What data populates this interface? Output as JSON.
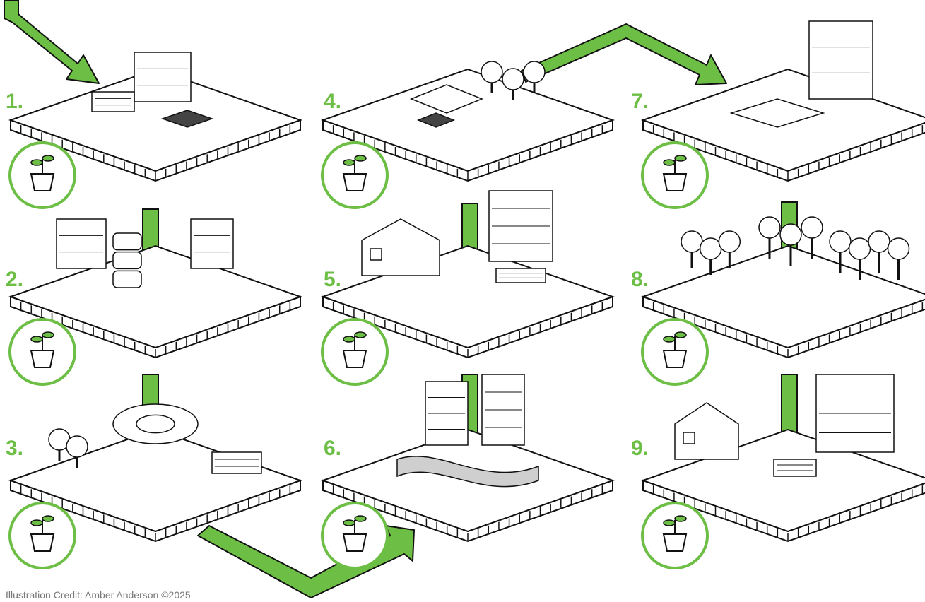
{
  "colors": {
    "accent": "#6cbe45",
    "ink": "#111111",
    "paper": "#ffffff",
    "muted": "#777777"
  },
  "steps": [
    {
      "label": "1.",
      "scene": "planning-room",
      "badge_icon": "seedling-pot-icon"
    },
    {
      "label": "2.",
      "scene": "community-workshop",
      "badge_icon": "ballot-box-icon"
    },
    {
      "label": "3.",
      "scene": "roundabout-gardens",
      "badge_icon": "raised-bed-icon"
    },
    {
      "label": "4.",
      "scene": "field-restoration",
      "badge_icon": "planter-box-icon"
    },
    {
      "label": "5.",
      "scene": "market-square",
      "badge_icon": "seed-packet-icon"
    },
    {
      "label": "6.",
      "scene": "urban-stream",
      "badge_icon": "bee-planter-icon"
    },
    {
      "label": "7.",
      "scene": "data-monitoring",
      "badge_icon": "smart-plant-icon"
    },
    {
      "label": "8.",
      "scene": "orchard",
      "badge_icon": "two-pots-icon"
    },
    {
      "label": "9.",
      "scene": "neighbourhood-gardens",
      "badge_icon": "community-pots-icon"
    }
  ],
  "credit": "Illustration Credit: Amber Anderson ©2025"
}
